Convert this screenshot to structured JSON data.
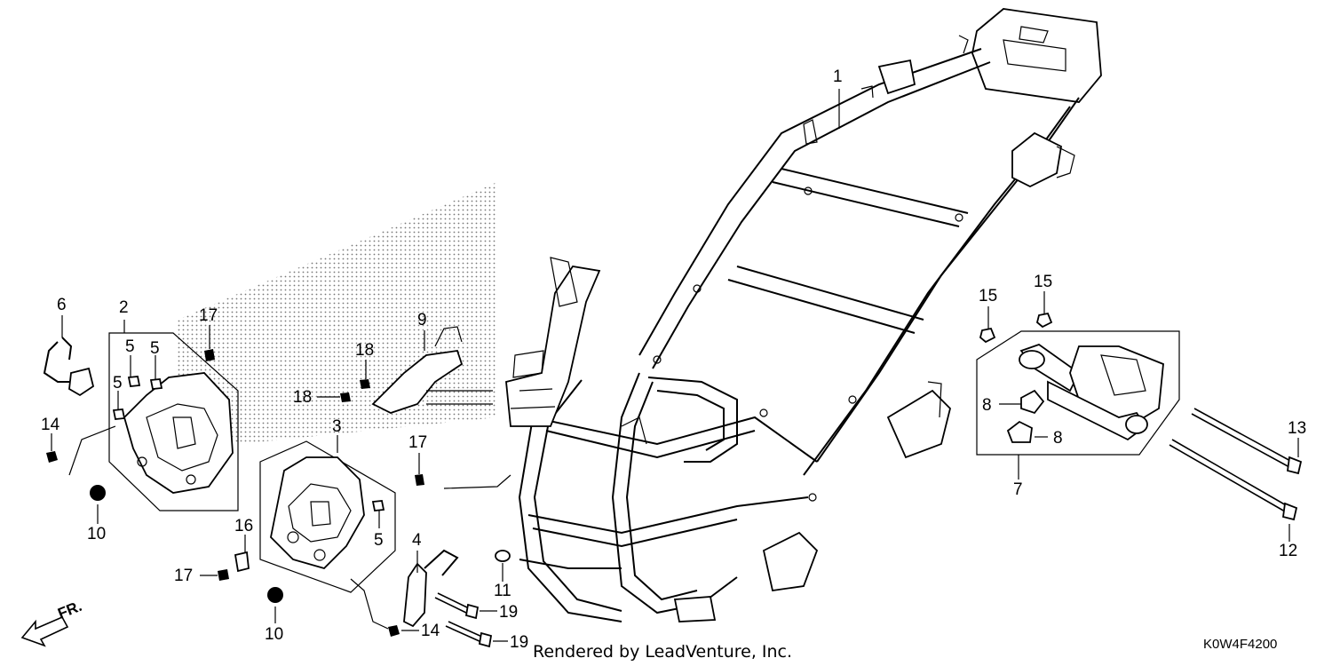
{
  "callouts": [
    {
      "id": "c1",
      "label": "1"
    },
    {
      "id": "c2",
      "label": "2"
    },
    {
      "id": "c3",
      "label": "3"
    },
    {
      "id": "c4",
      "label": "4"
    },
    {
      "id": "c5a",
      "label": "5"
    },
    {
      "id": "c5b",
      "label": "5"
    },
    {
      "id": "c5c",
      "label": "5"
    },
    {
      "id": "c5d",
      "label": "5"
    },
    {
      "id": "c6",
      "label": "6"
    },
    {
      "id": "c7",
      "label": "7"
    },
    {
      "id": "c8a",
      "label": "8"
    },
    {
      "id": "c8b",
      "label": "8"
    },
    {
      "id": "c9",
      "label": "9"
    },
    {
      "id": "c10a",
      "label": "10"
    },
    {
      "id": "c10b",
      "label": "10"
    },
    {
      "id": "c11",
      "label": "11"
    },
    {
      "id": "c12",
      "label": "12"
    },
    {
      "id": "c13",
      "label": "13"
    },
    {
      "id": "c14a",
      "label": "14"
    },
    {
      "id": "c14b",
      "label": "14"
    },
    {
      "id": "c15a",
      "label": "15"
    },
    {
      "id": "c15b",
      "label": "15"
    },
    {
      "id": "c16",
      "label": "16"
    },
    {
      "id": "c17a",
      "label": "17"
    },
    {
      "id": "c17b",
      "label": "17"
    },
    {
      "id": "c17c",
      "label": "17"
    },
    {
      "id": "c18a",
      "label": "18"
    },
    {
      "id": "c18b",
      "label": "18"
    },
    {
      "id": "c19a",
      "label": "19"
    },
    {
      "id": "c19b",
      "label": "19"
    }
  ],
  "footer": {
    "rendered_by": "Rendered by LeadVenture, Inc.",
    "diagram_code": "K0W4F4200",
    "front_arrow_label": "FR."
  }
}
